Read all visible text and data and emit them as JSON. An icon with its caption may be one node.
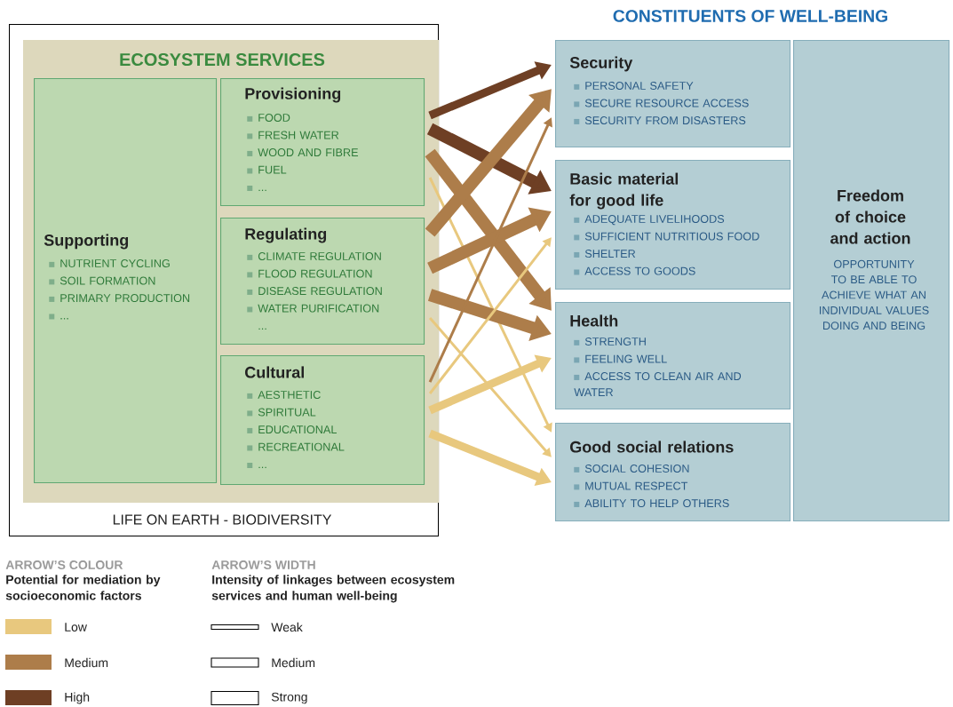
{
  "diagram": {
    "nodes": [
      {
        "text": [
          "LIFE ON EARTH - BIODIVERSITY"
        ]
      },
      {
        "text": [
          "ECOSYSTEM SERVICES"
        ],
        "in": 0
      },
      {
        "text": [
          "Supporting",
          "NUTRIENT CYCLING",
          "SOIL FORMATION",
          "PRIMARY PRODUCTION",
          "..."
        ],
        "in": 1
      },
      {
        "text": [
          "Provisioning",
          "FOOD",
          "FRESH WATER",
          "WOOD AND FIBRE",
          "FUEL",
          "..."
        ],
        "in": 1
      },
      {
        "text": [
          "Regulating",
          "CLIMATE REGULATION",
          "FLOOD REGULATION",
          "DISEASE REGULATION",
          "WATER PURIFICATION",
          "..."
        ],
        "in": 1
      },
      {
        "text": [
          "Cultural",
          "AESTHETIC",
          "SPIRITUAL",
          "EDUCATIONAL",
          "RECREATIONAL",
          "..."
        ],
        "in": 1
      },
      {
        "text": [
          "Security",
          "PERSONAL SAFETY",
          "SECURE RESOURCE ACCESS",
          "SECURITY FROM DISASTERS"
        ]
      },
      {
        "text": [
          "Basic material for good life",
          "ADEQUATE LIVELIHOODS",
          "SUFFICIENT NUTRITIOUS FOOD",
          "SHELTER",
          "ACCESS TO GOODS"
        ]
      },
      {
        "text": [
          "Health",
          "STRENGTH",
          "FEELING WELL",
          "ACCESS TO CLEAN AIR AND WATER"
        ]
      },
      {
        "text": [
          "Good social relations",
          "SOCIAL COHESION",
          "MUTUAL RESPECT",
          "ABILITY TO HELP OTHERS"
        ]
      },
      {
        "text": [
          "Freedom of choice and action",
          "OPPORTUNITY TO BE ABLE TO ACHIEVE WHAT AN INDIVIDUAL VALUES DOING AND BEING"
        ]
      }
    ],
    "edges": [
      {
        "from": 3,
        "to": 6,
        "arrow": "to",
        "color": "#6e3f24"
      },
      {
        "from": 3,
        "to": 7,
        "arrow": "to",
        "color": "#6e3f24"
      },
      {
        "from": 3,
        "to": 8,
        "arrow": "to",
        "color": "#ad7d4a"
      },
      {
        "from": 3,
        "to": 9,
        "arrow": "to",
        "color": "#e8c87e"
      },
      {
        "from": 4,
        "to": 6,
        "arrow": "to",
        "color": "#ad7d4a"
      },
      {
        "from": 4,
        "to": 7,
        "arrow": "to",
        "color": "#ad7d4a"
      },
      {
        "from": 4,
        "to": 8,
        "arrow": "to",
        "color": "#ad7d4a"
      },
      {
        "from": 4,
        "to": 9,
        "arrow": "to",
        "color": "#e8c87e"
      },
      {
        "from": 5,
        "to": 6,
        "arrow": "to",
        "color": "#ad7d4a"
      },
      {
        "from": 5,
        "to": 7,
        "arrow": "to",
        "color": "#e8c87e"
      },
      {
        "from": 5,
        "to": 8,
        "arrow": "to",
        "color": "#e8c87e"
      },
      {
        "from": 5,
        "to": 9,
        "arrow": "to",
        "color": "#e8c87e"
      }
    ],
    "labels": [
      "CONSTITUENTS OF WELL-BEING",
      "ARROW’S COLOUR",
      "Potential for mediation by socioeconomic factors",
      "ARROW’S WIDTH",
      "Intensity of linkages between ecosystem services and human well-being"
    ],
    "legend": [
      {
        "text": "Low",
        "color": "#e8c87e"
      },
      {
        "text": "Medium",
        "color": "#ad7d4a"
      },
      {
        "text": "High",
        "color": "#6e3f24"
      },
      {
        "text": "Weak"
      },
      {
        "text": "Medium"
      },
      {
        "text": "Strong"
      }
    ]
  }
}
